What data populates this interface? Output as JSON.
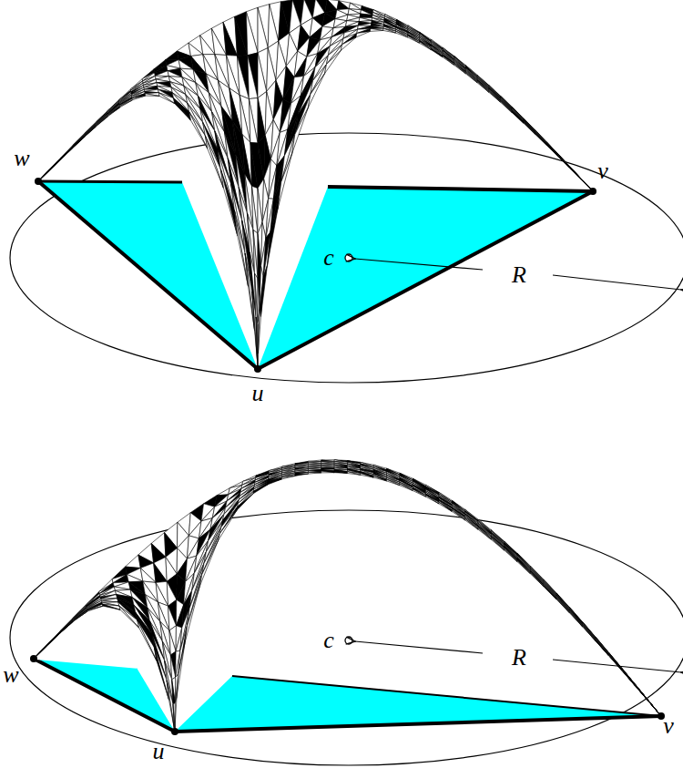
{
  "diagram": {
    "labels": [
      "w",
      "v",
      "c",
      "R",
      "u",
      "w",
      "c",
      "R",
      "u",
      "v"
    ]
  }
}
